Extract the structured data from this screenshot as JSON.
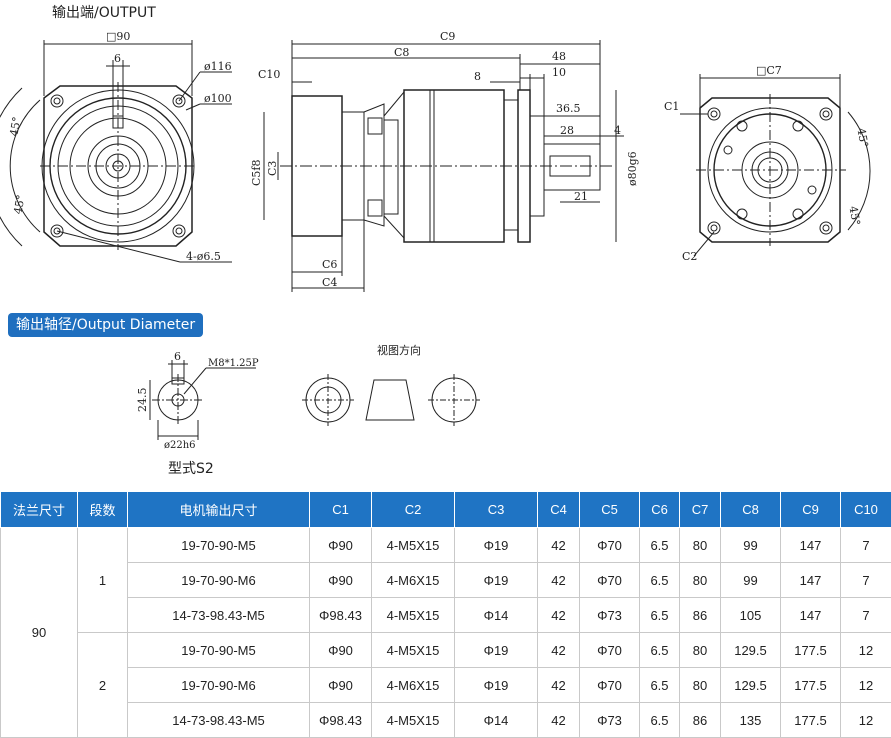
{
  "header": {
    "output_end_title": "输出端/OUTPUT",
    "output_diameter_title": "输出轴径/Output Diameter",
    "view_direction": "视图方向",
    "type_label": "型式S2"
  },
  "drawing_labels": {
    "square_90": "□90",
    "dim_6_top": "6",
    "dia_116": "ø116",
    "dia_100": "ø100",
    "angle_45_a": "45°",
    "angle_45_b": "45°",
    "holes": "4-ø6.5",
    "c9": "C9",
    "c8": "C8",
    "c10": "C10",
    "d48": "48",
    "d8": "8",
    "d10": "10",
    "d36_5": "36.5",
    "d28": "28",
    "d4": "4",
    "d21": "21",
    "c5f8": "C5f8",
    "c3": "C3",
    "c6": "C6",
    "c4": "C4",
    "phi80": "ø80g6",
    "square_c7": "□C7",
    "c1": "C1",
    "c2": "C2",
    "angle_45_c": "45°",
    "angle_45_d": "45°",
    "shaft_6": "6",
    "shaft_thread": "M8*1.25P",
    "shaft_24_5": "24.5",
    "shaft_dia": "ø22h6"
  },
  "table": {
    "headers": [
      "法兰尺寸",
      "段数",
      "电机输出尺寸",
      "C1",
      "C2",
      "C3",
      "C4",
      "C5",
      "C6",
      "C7",
      "C8",
      "C9",
      "C10"
    ],
    "flange_size": "90",
    "groups": [
      {
        "stages": "1",
        "rows": [
          [
            "19-70-90-M5",
            "Φ90",
            "4-M5X15",
            "Φ19",
            "42",
            "Φ70",
            "6.5",
            "80",
            "99",
            "147",
            "7"
          ],
          [
            "19-70-90-M6",
            "Φ90",
            "4-M6X15",
            "Φ19",
            "42",
            "Φ70",
            "6.5",
            "80",
            "99",
            "147",
            "7"
          ],
          [
            "14-73-98.43-M5",
            "Φ98.43",
            "4-M5X15",
            "Φ14",
            "42",
            "Φ73",
            "6.5",
            "86",
            "105",
            "147",
            "7"
          ]
        ]
      },
      {
        "stages": "2",
        "rows": [
          [
            "19-70-90-M5",
            "Φ90",
            "4-M5X15",
            "Φ19",
            "42",
            "Φ70",
            "6.5",
            "80",
            "129.5",
            "177.5",
            "12"
          ],
          [
            "19-70-90-M6",
            "Φ90",
            "4-M6X15",
            "Φ19",
            "42",
            "Φ70",
            "6.5",
            "80",
            "129.5",
            "177.5",
            "12"
          ],
          [
            "14-73-98.43-M5",
            "Φ98.43",
            "4-M5X15",
            "Φ14",
            "42",
            "Φ73",
            "6.5",
            "86",
            "135",
            "177.5",
            "12"
          ]
        ]
      }
    ]
  },
  "colors": {
    "header_blue": "#1f74c4",
    "title_badge": "#1f6fbf",
    "line": "#222222"
  }
}
